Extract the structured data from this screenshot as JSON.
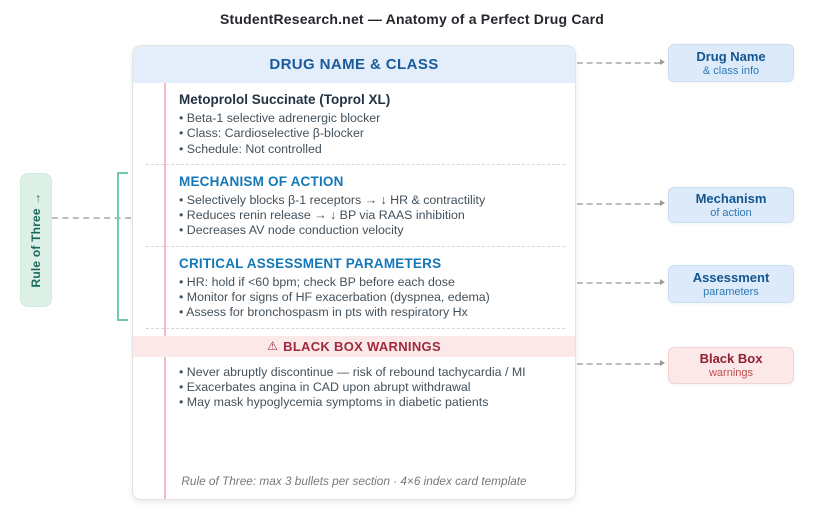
{
  "title": "StudentResearch.net — Anatomy of a Perfect Drug Card",
  "card": {
    "header": "DRUG NAME & CLASS",
    "sections": [
      {
        "heading": "Metoprolol Succinate (Toprol XL)",
        "bullets": [
          "Beta-1 selective adrenergic blocker",
          "Class: Cardioselective β-blocker",
          "Schedule: Not controlled"
        ]
      },
      {
        "heading": "MECHANISM OF ACTION",
        "bullets": [
          "Selectively blocks β-1 receptors → ↓ HR & contractility",
          "Reduces renin release → ↓ BP via RAAS inhibition",
          "Decreases AV node conduction velocity"
        ]
      },
      {
        "heading": "CRITICAL ASSESSMENT PARAMETERS",
        "bullets": [
          "HR: hold if <60 bpm; check BP before each dose",
          "Monitor for signs of HF exacerbation (dyspnea, edema)",
          "Assess for bronchospasm in pts with respiratory Hx"
        ]
      }
    ],
    "black_box": {
      "icon": "⚠",
      "heading": "BLACK BOX WARNINGS",
      "bullets": [
        "Never abruptly discontinue — risk of rebound tachycardia / MI",
        "Exacerbates angina in CAD upon abrupt withdrawal",
        "May mask hypoglycemia symptoms in diabetic patients"
      ]
    },
    "footer_note": "Rule of Three: max 3 bullets per section · 4×6 index card template"
  },
  "left_label": {
    "text": "Rule of Three →"
  },
  "callouts": [
    {
      "title": "Drug Name",
      "subtitle": "& class info"
    },
    {
      "title": "Mechanism",
      "subtitle": "of action"
    },
    {
      "title": "Assessment",
      "subtitle": "parameters"
    },
    {
      "title": "Black Box",
      "subtitle": "warnings"
    }
  ],
  "colors": {
    "header_bg": "#e3eefa",
    "header_text": "#185a9b",
    "section_heading": "#1478b8",
    "body_text": "#44515b",
    "banner_bg": "#fbe9e9",
    "banner_text": "#a02a3c",
    "margin_line": "#f4bcc2",
    "mint_bg": "#ddf0e6",
    "teal_text": "#1c685e",
    "bracket": "#72c7ad"
  }
}
